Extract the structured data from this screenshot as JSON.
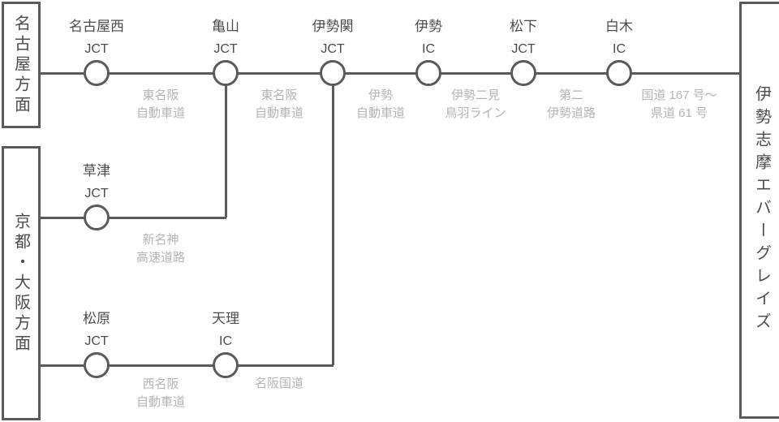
{
  "endpoints": {
    "nagoya": "名古屋方面",
    "kyoto_osaka": "京都・大阪方面",
    "destination": "伊勢志摩エバーグレイズ"
  },
  "nodes": [
    {
      "name": "名古屋西",
      "type": "JCT"
    },
    {
      "name": "亀山",
      "type": "JCT"
    },
    {
      "name": "伊勢関",
      "type": "JCT"
    },
    {
      "name": "伊勢",
      "type": "IC"
    },
    {
      "name": "松下",
      "type": "JCT"
    },
    {
      "name": "白木",
      "type": "IC"
    },
    {
      "name": "草津",
      "type": "JCT"
    },
    {
      "name": "松原",
      "type": "JCT"
    },
    {
      "name": "天理",
      "type": "IC"
    }
  ],
  "roads": [
    {
      "label": "東名阪\n自動車道"
    },
    {
      "label": "東名阪\n自動車道"
    },
    {
      "label": "伊勢\n自動車道"
    },
    {
      "label": "伊勢二見\n鳥羽ライン"
    },
    {
      "label": "第二\n伊勢道路"
    },
    {
      "label": "国道 167 号〜\n県道 61 号"
    },
    {
      "label": "新名神\n高速道路"
    },
    {
      "label": "西名阪\n自動車道"
    },
    {
      "label": "名阪国道"
    }
  ],
  "colors": {
    "line": "#5a5a5a",
    "node_label": "#4c4c4c",
    "road_label": "#b4b4b4",
    "background": "#ffffff"
  }
}
